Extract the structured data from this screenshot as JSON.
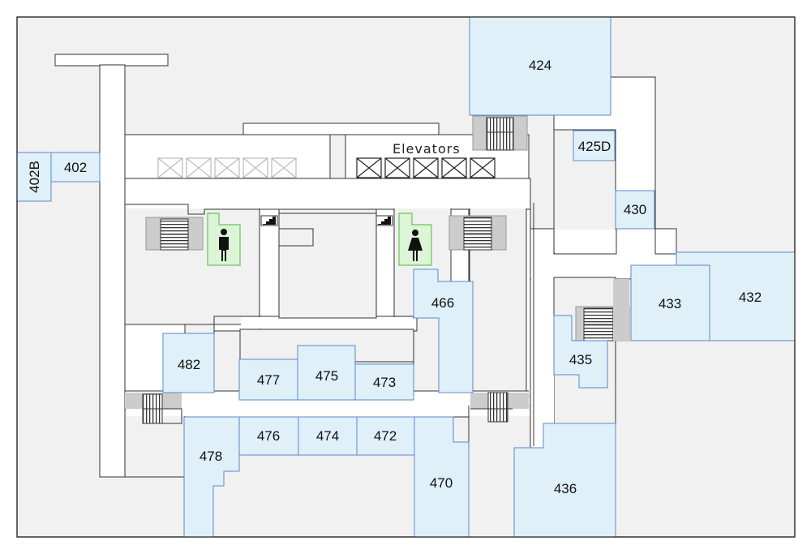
{
  "map": {
    "colors": {
      "background": "#f1f1f1",
      "corridor": "#ffffff",
      "room_fill": "#dff0f8",
      "room_stroke": "#5b87cc",
      "restroom_fill": "#dcf5d6",
      "restroom_stroke": "#6cc25a",
      "stair_fill": "#cccccc",
      "wall": "#333333"
    },
    "elevators_label": "Elevators",
    "rooms": {
      "r402B": "402B",
      "r402": "402",
      "r424": "424",
      "r425D": "425D",
      "r430": "430",
      "r432": "432",
      "r433": "433",
      "r435": "435",
      "r436": "436",
      "r466": "466",
      "r470": "470",
      "r472": "472",
      "r473": "473",
      "r474": "474",
      "r475": "475",
      "r476": "476",
      "r477": "477",
      "r478": "478",
      "r482": "482"
    },
    "icons": {
      "mens_restroom": "man-restroom-icon",
      "womens_restroom": "woman-restroom-icon",
      "stairs": "stairs-icon",
      "elevator": "elevator-icon"
    }
  }
}
